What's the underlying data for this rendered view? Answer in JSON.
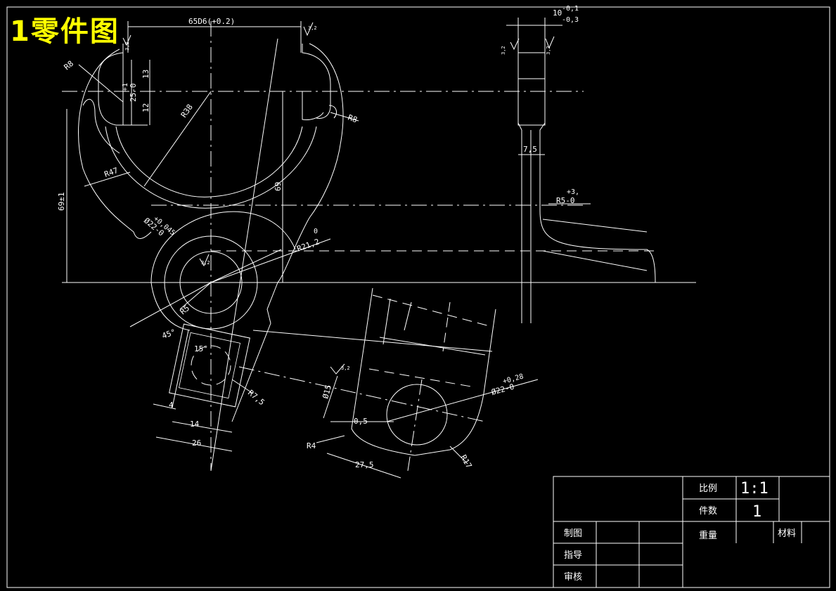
{
  "title": "1零件图",
  "dims": {
    "top_width": "65D6(+0.2)",
    "tol_top": "10",
    "tol_sup": "-0,1",
    "tol_sub": "-0,3",
    "r8_left": "R8",
    "r8_right": "R8",
    "d13": "13",
    "d12": "12",
    "d25": "25-0",
    "plus1": "+1",
    "r38": "R38",
    "r47": "R47",
    "h69_left": "69±1",
    "h69_mid": "69",
    "d7_5": "7,5",
    "r5": "R5-0",
    "r5_tol": "+3,",
    "bore22": "Ø22-0",
    "bore22_tol": "+0,045",
    "r21": "R21,2",
    "r21_tol": "0",
    "r5b": "R5",
    "deg45": "45°",
    "deg15": "15°",
    "r7_5": "R7,5",
    "d4": "4",
    "d14": "14",
    "d26": "26",
    "d15": "Ø15",
    "d0_5": "0,5",
    "r4": "R4",
    "d27_5": "27,5",
    "r17": "R17",
    "bore22b": "Ø22-0",
    "bore22b_tol": "+0,28",
    "rough_a": "3,2",
    "rough_b": "3,2",
    "rough_c": "3,2",
    "rough_d": "3,2",
    "rough_e": "3,2",
    "rough_f": "3,2"
  },
  "title_block": {
    "scale_label": "比例",
    "scale_value": "1:1",
    "count_label": "件数",
    "count_value": "1",
    "draw_label": "制图",
    "weight_label": "重量",
    "material_label": "材料",
    "guide_label": "指导",
    "review_label": "审核"
  }
}
